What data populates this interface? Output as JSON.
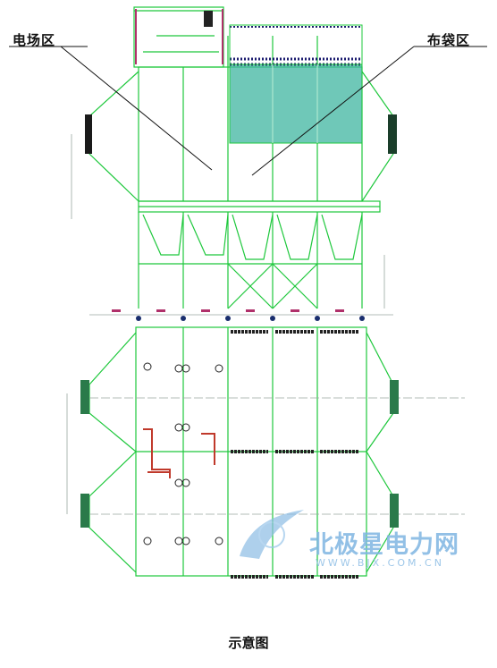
{
  "labels": {
    "electric_zone": "电场区",
    "bag_zone": "布袋区",
    "caption": "示意图"
  },
  "watermark": {
    "name": "北极星电力网",
    "url": "WWW.BJX.COM.CN"
  },
  "colors": {
    "structure": "#1ec83c",
    "bag_fill": "#3fb6a0",
    "bag_dark": "#1a1a6e",
    "accent": "#b0306a",
    "pipe": "#c0392b",
    "dim": "#c04a6a"
  }
}
